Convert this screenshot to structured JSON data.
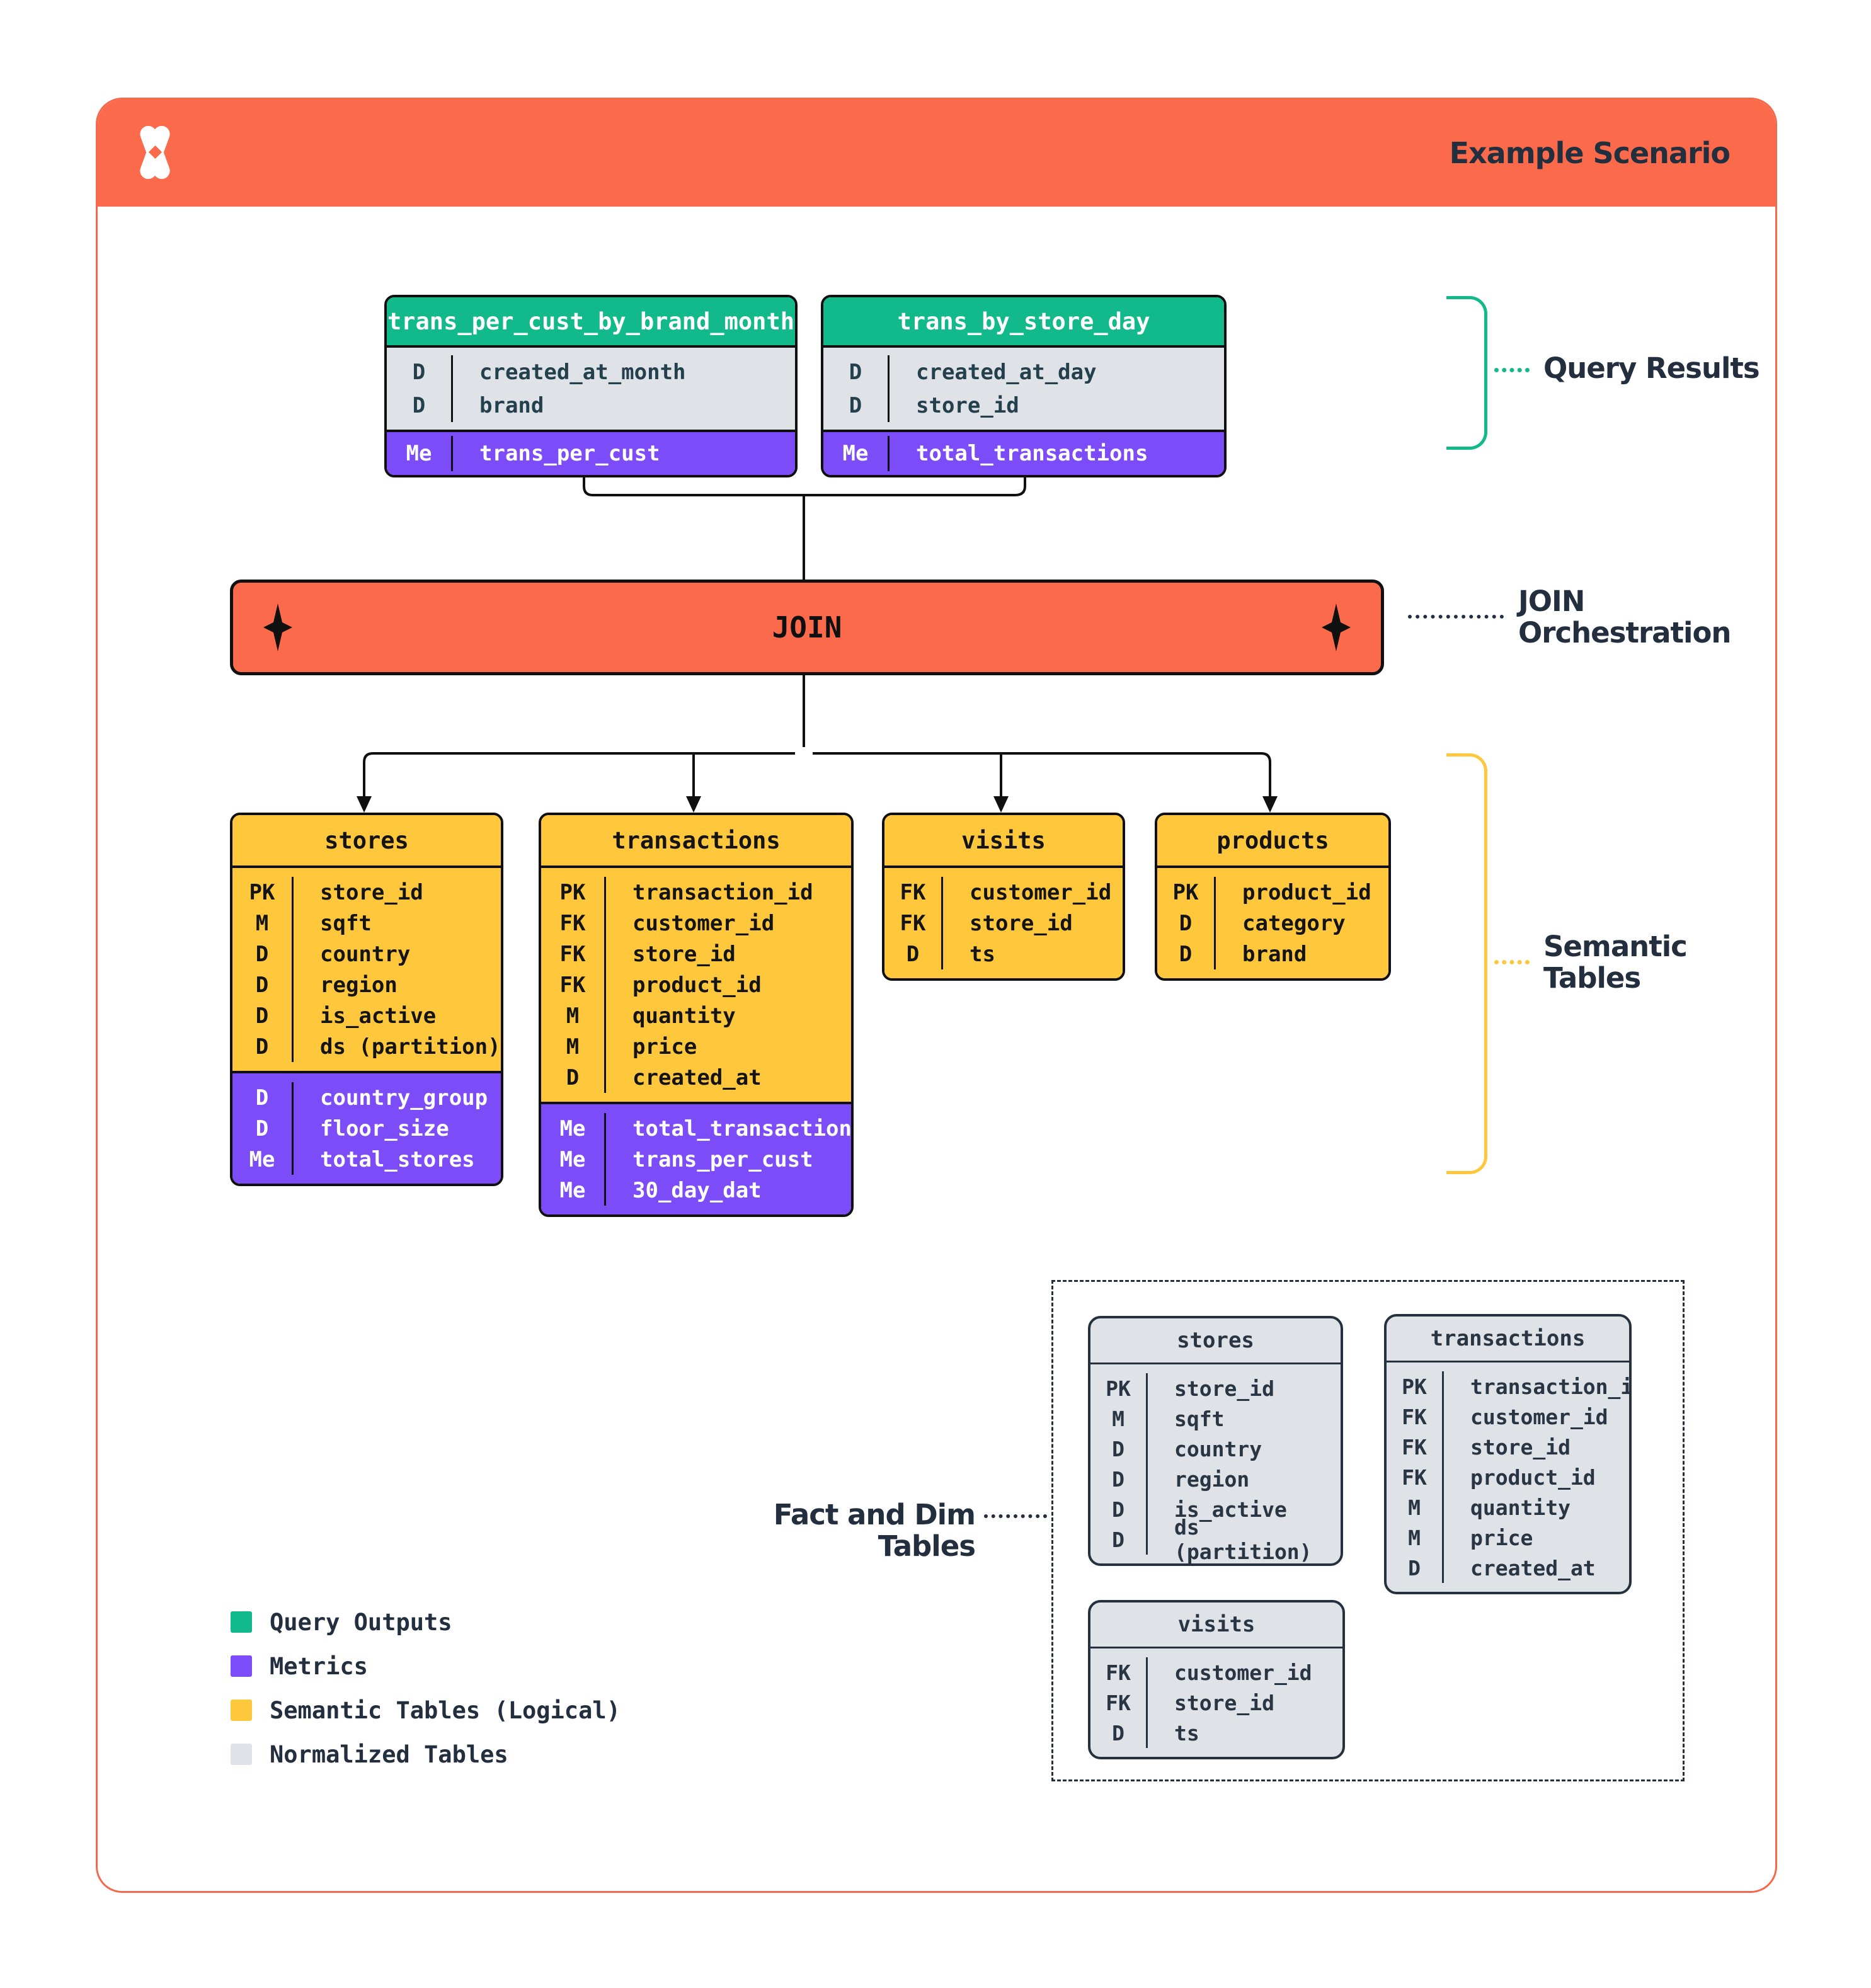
{
  "header": {
    "title": "Example Scenario"
  },
  "join": {
    "label": "JOIN"
  },
  "annotations": {
    "query_results": "Query Results",
    "join_orchestration_lines": [
      "JOIN",
      "Orchestration"
    ],
    "semantic_tables_lines": [
      "Semantic",
      "Tables"
    ],
    "fact_dim": "Fact and Dim Tables"
  },
  "query_results": {
    "tables": [
      {
        "name": "trans_per_cust_by_brand_month",
        "rows": [
          [
            "D",
            "created_at_month"
          ],
          [
            "D",
            "brand"
          ]
        ],
        "metrics": [
          [
            "Me",
            "trans_per_cust"
          ]
        ]
      },
      {
        "name": "trans_by_store_day",
        "rows": [
          [
            "D",
            "created_at_day"
          ],
          [
            "D",
            "store_id"
          ]
        ],
        "metrics": [
          [
            "Me",
            "total_transactions"
          ]
        ]
      }
    ]
  },
  "semantic": {
    "tables": [
      {
        "name": "stores",
        "rows": [
          [
            "PK",
            "store_id"
          ],
          [
            "M",
            "sqft"
          ],
          [
            "D",
            "country"
          ],
          [
            "D",
            "region"
          ],
          [
            "D",
            "is_active"
          ],
          [
            "D",
            "ds (partition)"
          ]
        ],
        "metrics": [
          [
            "D",
            "country_group"
          ],
          [
            "D",
            "floor_size"
          ],
          [
            "Me",
            "total_stores"
          ]
        ]
      },
      {
        "name": "transactions",
        "rows": [
          [
            "PK",
            "transaction_id"
          ],
          [
            "FK",
            "customer_id"
          ],
          [
            "FK",
            "store_id"
          ],
          [
            "FK",
            "product_id"
          ],
          [
            "M",
            "quantity"
          ],
          [
            "M",
            "price"
          ],
          [
            "D",
            "created_at"
          ]
        ],
        "metrics": [
          [
            "Me",
            "total_transactions"
          ],
          [
            "Me",
            "trans_per_cust"
          ],
          [
            "Me",
            "30_day_dat"
          ]
        ]
      },
      {
        "name": "visits",
        "rows": [
          [
            "FK",
            "customer_id"
          ],
          [
            "FK",
            "store_id"
          ],
          [
            "D",
            "ts"
          ]
        ],
        "metrics": []
      },
      {
        "name": "products",
        "rows": [
          [
            "PK",
            "product_id"
          ],
          [
            "D",
            "category"
          ],
          [
            "D",
            "brand"
          ]
        ],
        "metrics": []
      }
    ]
  },
  "normalized": {
    "tables": [
      {
        "name": "stores",
        "rows": [
          [
            "PK",
            "store_id"
          ],
          [
            "M",
            "sqft"
          ],
          [
            "D",
            "country"
          ],
          [
            "D",
            "region"
          ],
          [
            "D",
            "is_active"
          ],
          [
            "D",
            "ds (partition)"
          ]
        ]
      },
      {
        "name": "transactions",
        "rows": [
          [
            "PK",
            "transaction_id"
          ],
          [
            "FK",
            "customer_id"
          ],
          [
            "FK",
            "store_id"
          ],
          [
            "FK",
            "product_id"
          ],
          [
            "M",
            "quantity"
          ],
          [
            "M",
            "price"
          ],
          [
            "D",
            "created_at"
          ]
        ]
      },
      {
        "name": "visits",
        "rows": [
          [
            "FK",
            "customer_id"
          ],
          [
            "FK",
            "store_id"
          ],
          [
            "D",
            "ts"
          ]
        ]
      }
    ]
  },
  "legend": {
    "items": [
      {
        "label": "Query Outputs",
        "color": "#12B98A"
      },
      {
        "label": "Metrics",
        "color": "#7C4CF8"
      },
      {
        "label": "Semantic Tables (Logical)",
        "color": "#FFC83C"
      },
      {
        "label": "Normalized Tables",
        "color": "#DFE2E7"
      }
    ]
  },
  "colors": {
    "accent_orange": "#FB6B4B",
    "green": "#12B98A",
    "purple": "#7C4CF8",
    "yellow": "#FFC83C",
    "gray_row": "#DFE2E7",
    "navy_text": "#232F3E"
  }
}
